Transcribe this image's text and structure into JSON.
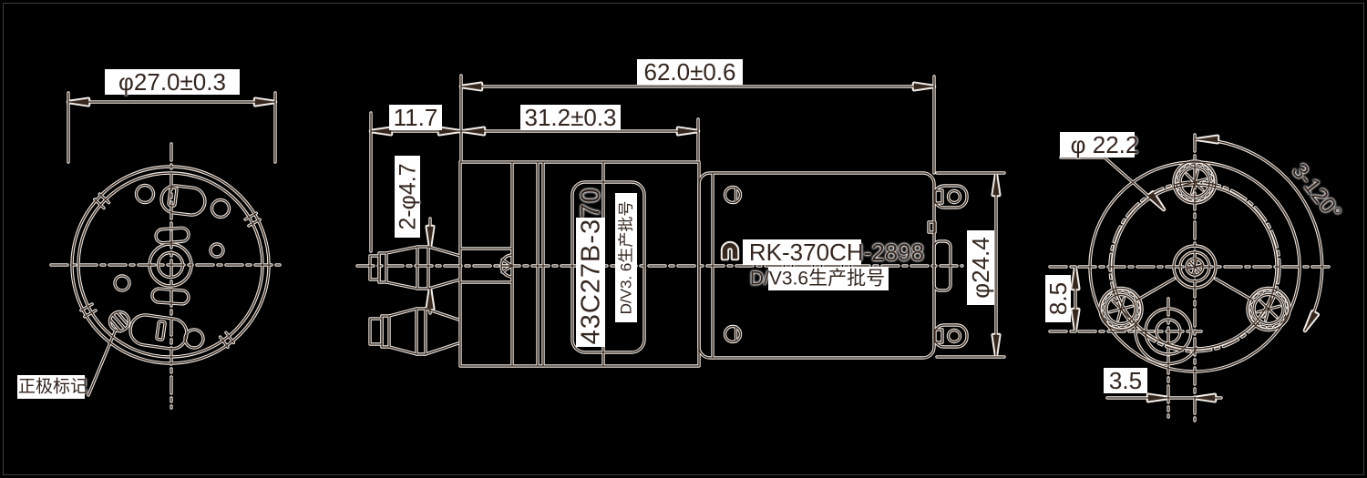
{
  "drawing_title": "RK-370CH diaphragm pump motor outline drawing",
  "colors": {
    "background": "#000000",
    "ink": "#37281f",
    "halo": "#f2ede8",
    "chip": "#ffffff"
  },
  "labels": {
    "left": {
      "diameter": "φ27.0±0.3",
      "polarity": "正极标记"
    },
    "side": {
      "total_length": "62.0±0.6",
      "nozzle_length": "11.7",
      "gearbox_length": "31.2±0.3",
      "nozzle_diameter": "2-φ4.7",
      "motor_diameter": "φ24.4",
      "model": "RK-370CH-2898",
      "batch": "D/V3.6生产批号",
      "sticker_model": "43C27B-370",
      "sticker_batch": "D/V3. 6生产批号"
    },
    "right": {
      "bolt_circle": "φ 22.2",
      "screw_angle": "3-120°",
      "offset_v": "8.5",
      "offset_h": "3.5"
    }
  },
  "icons": {
    "logo": "magnet-logo"
  }
}
